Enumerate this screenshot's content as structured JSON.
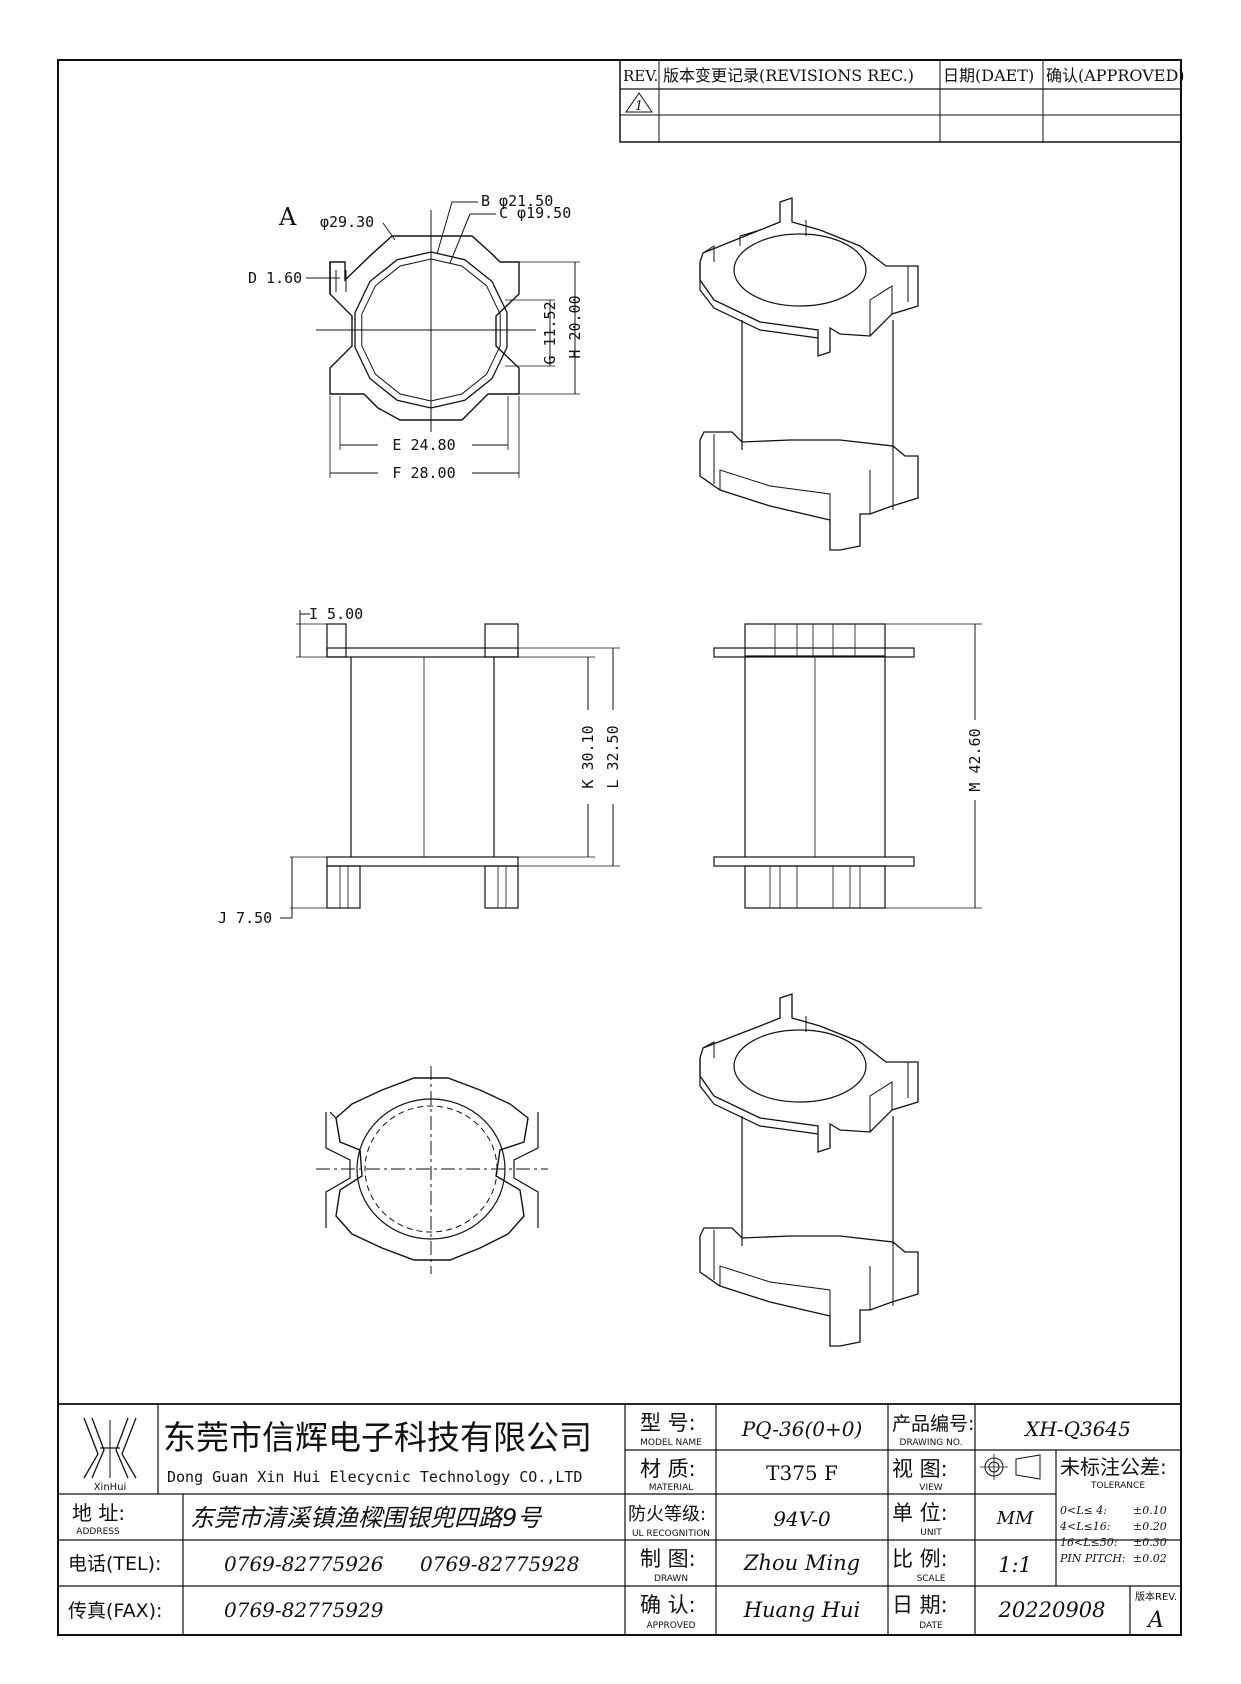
{
  "revision_table": {
    "headers": {
      "rev": "REV.",
      "record": "版本变更记录(REVISIONS REC.)",
      "date": "日期(DAET)",
      "approved": "确认(APPROVED)"
    },
    "rows": [
      {
        "rev": "1",
        "record": "",
        "date": "",
        "approved": ""
      }
    ]
  },
  "views": {
    "top_view_label": "A",
    "dimensions": {
      "outer_dia": "φ29.30",
      "b": "B φ21.50",
      "c": "C φ19.50",
      "d": "D 1.60",
      "g": "G 11.52",
      "h": "H 20.00",
      "e": "E 24.80",
      "f": "F 28.00",
      "i": "I 5.00",
      "j": "J 7.50",
      "k": "K 30.10",
      "l": "L 32.50",
      "m": "M 42.60"
    }
  },
  "title_block": {
    "company_cn": "东莞市信辉电子科技有限公司",
    "company_en": "Dong Guan Xin Hui Elecycnic Technology CO.,LTD",
    "logo_text": "XinHui",
    "address_label": "地  址:",
    "address_label_en": "ADDRESS",
    "address": "东莞市清溪镇渔樑围银兜四路9号",
    "tel_label": "电话(TEL):",
    "tel_1": "0769-82775926",
    "tel_2": "0769-82775928",
    "fax_label": "传真(FAX):",
    "fax": "0769-82775929",
    "model_label": "型  号:",
    "model_label_en": "MODEL NAME",
    "model": "PQ-36(0+0)",
    "material_label": "材  质:",
    "material_label_en": "MATERIAL",
    "material": "T375 F",
    "ul_label": "防火等级:",
    "ul_label_en": "UL RECOGNITION",
    "ul": "94V-0",
    "drawn_label": "制  图:",
    "drawn_label_en": "DRAWN",
    "drawn": "Zhou Ming",
    "approved_label": "确  认:",
    "approved_label_en": "APPROVED",
    "approved": "Huang Hui",
    "drawing_no_label": "产品编号:",
    "drawing_no_label_en": "DRAWING NO.",
    "drawing_no": "XH-Q3645",
    "view_label": "视  图:",
    "view_label_en": "VIEW",
    "tolerance_label": "未标注公差:",
    "tolerance_label_en": "TOLERANCE",
    "tolerances": [
      {
        "range": "0<L≤ 4:",
        "value": "±0.10"
      },
      {
        "range": "4<L≤16:",
        "value": "±0.20"
      },
      {
        "range": "16<L≤50:",
        "value": "±0.30"
      },
      {
        "range": "PIN PITCH:",
        "value": "±0.02"
      }
    ],
    "unit_label": "单  位:",
    "unit_label_en": "UNIT",
    "unit": "MM",
    "scale_label": "比  例:",
    "scale_label_en": "SCALE",
    "scale": "1:1",
    "date_label": "日  期:",
    "date_label_en": "DATE",
    "date": "20220908",
    "rev_label": "版本REV.",
    "rev": "A"
  }
}
